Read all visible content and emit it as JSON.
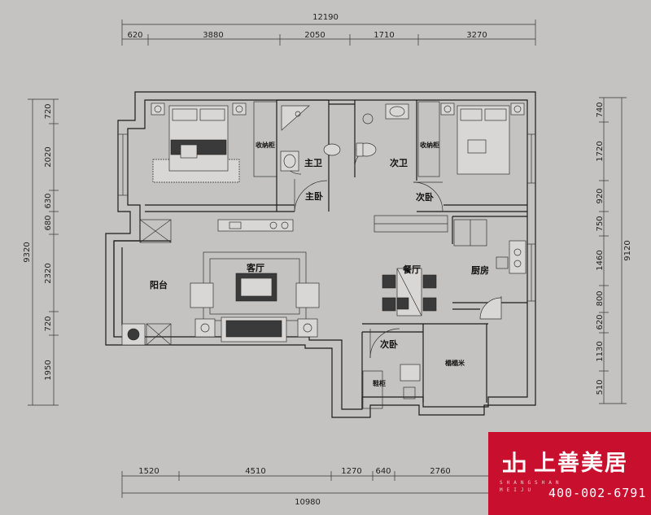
{
  "dimensions": {
    "top_total": "12190",
    "top_segments": [
      "620",
      "3880",
      "2050",
      "1710",
      "3270"
    ],
    "bottom_segments": [
      "1520",
      "4510",
      "1270",
      "640",
      "2760"
    ],
    "bottom_total": "10980",
    "left_total": "9320",
    "left_segments": [
      "720",
      "2020",
      "630",
      "680",
      "2320",
      "720",
      "1950"
    ],
    "right_total": "9120",
    "right_segments": [
      "740",
      "1720",
      "920",
      "750",
      "1460",
      "800",
      "620",
      "1130",
      "510"
    ]
  },
  "rooms": {
    "master_bedroom": "主卧",
    "master_bath": "主卫",
    "second_bath": "次卫",
    "second_bedroom": "次卧",
    "storage_left": "收纳柜",
    "storage_right": "收纳柜",
    "living_room": "客厅",
    "balcony": "阳台",
    "dining_room": "餐厅",
    "kitchen": "厨房",
    "third_bedroom": "次卧",
    "shoe_cabinet": "鞋柜",
    "tatami": "榻榻米"
  },
  "brand": {
    "name": "上善美居",
    "pinyin": "SHANGSHAN MEIJU",
    "phone": "400-002-6791",
    "color": "#c8102e"
  }
}
